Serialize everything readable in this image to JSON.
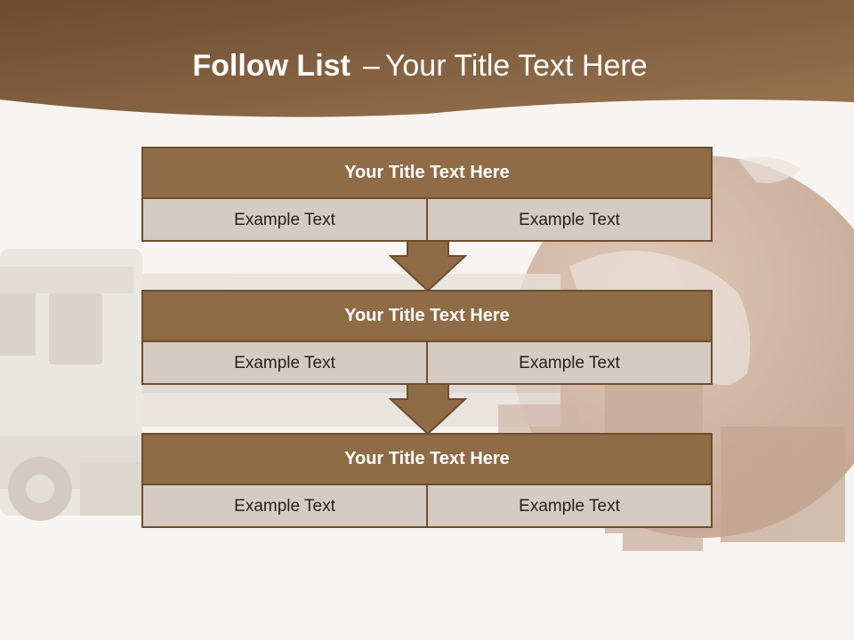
{
  "slide": {
    "title_bold": "Follow List",
    "title_dash": "–",
    "title_rest": "Your Title Text Here"
  },
  "blocks": [
    {
      "title": "Your Title Text Here",
      "cells": [
        "Example Text",
        "Example Text"
      ]
    },
    {
      "title": "Your Title Text Here",
      "cells": [
        "Example Text",
        "Example Text"
      ]
    },
    {
      "title": "Your Title Text Here",
      "cells": [
        "Example Text",
        "Example Text"
      ]
    }
  ],
  "colors": {
    "header_brown": "#7a5838",
    "block_title_bg": "#8f6b46",
    "block_row_bg": "#d6cbc3",
    "border": "#6e4d2c",
    "arrow_fill": "#8f6b46"
  },
  "icons": [
    "down-arrow-icon"
  ]
}
